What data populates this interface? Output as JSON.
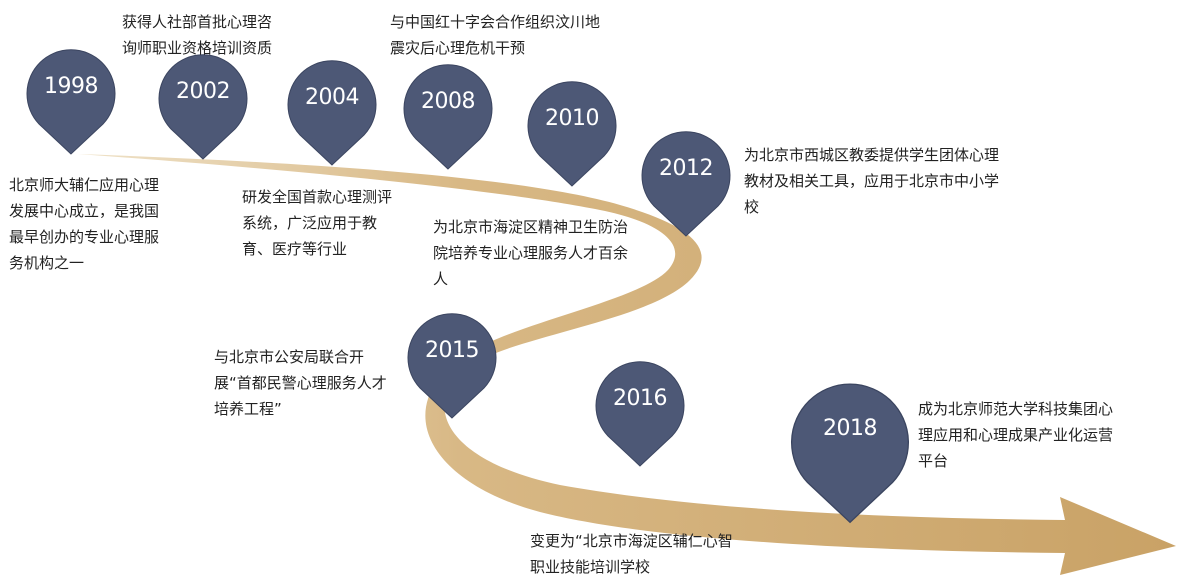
{
  "colors": {
    "pin": "#4d5876",
    "pin_edge": "#3b4560",
    "road": "#d3b17a",
    "road_shadow": "#b8935a",
    "text": "#222222"
  },
  "milestones": [
    {
      "year": "1998",
      "text": "北京师大辅仁应用心理发展中心成立，是我国最早创办的专业心理服务机构之一"
    },
    {
      "year": "2002",
      "text": "获得人社部首批心理咨询师职业资格培训资质"
    },
    {
      "year": "2004",
      "text": "研发全国首款心理测评系统，广泛应用于教育、医疗等行业"
    },
    {
      "year": "2008",
      "text": "与中国红十字会合作组织汶川地震灾后心理危机干预"
    },
    {
      "year": "2010",
      "text": "为北京市海淀区精神卫生防治院培养专业心理服务人才百余人"
    },
    {
      "year": "2012",
      "text": "为北京市西城区教委提供学生团体心理教材及相关工具，应用于北京市中小学校"
    },
    {
      "year": "2015",
      "text": "与北京市公安局联合开展“首都民警心理服务人才培养工程”"
    },
    {
      "year": "2016",
      "text": "变更为“北京市海淀区辅仁心智职业技能培训学校"
    },
    {
      "year": "2018",
      "text": "成为北京师范大学科技集团心理应用和心理成果产业化运营平台"
    }
  ]
}
